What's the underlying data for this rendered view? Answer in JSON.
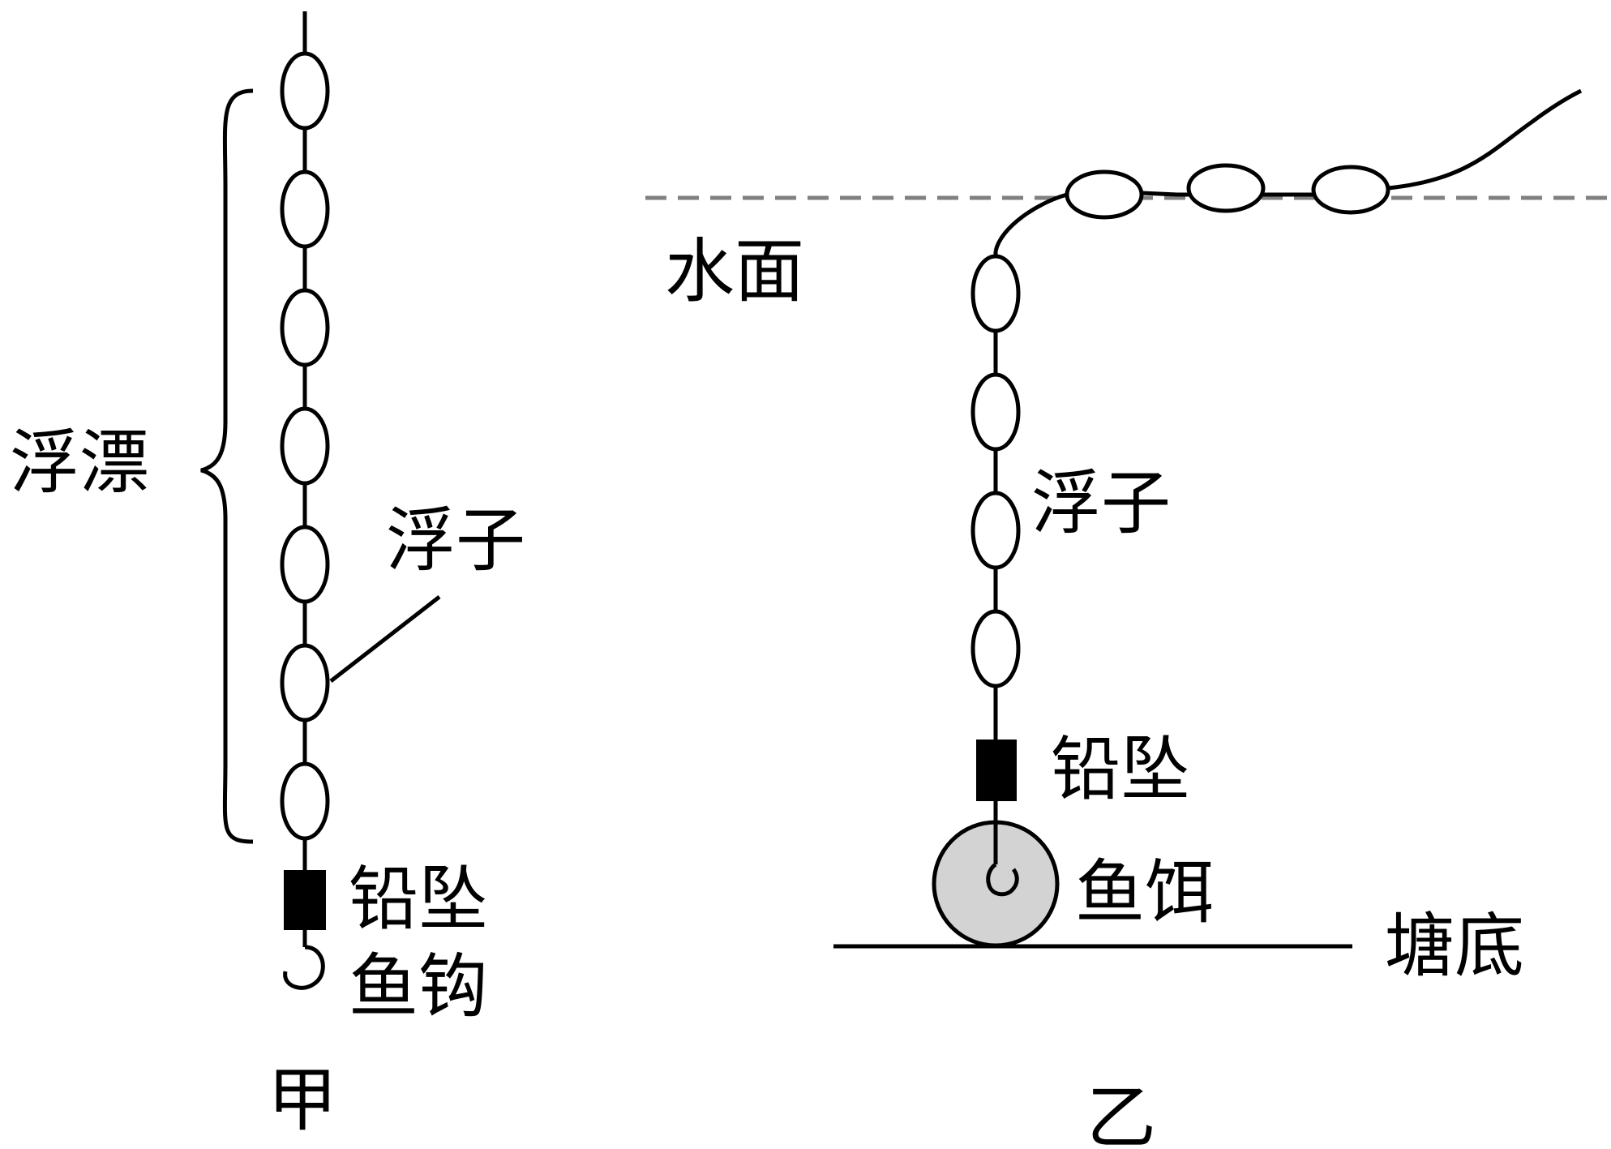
{
  "diagram_a": {
    "bracket_label": "浮漂",
    "float_label": "浮子",
    "sinker_label": "铅坠",
    "hook_label": "鱼钩",
    "caption": "甲"
  },
  "diagram_b": {
    "water_label": "水面",
    "float_label": "浮子",
    "sinker_label": "铅坠",
    "bait_label": "鱼饵",
    "bottom_label": "塘底",
    "caption": "乙"
  },
  "colors": {
    "line": "#000000",
    "water_dash": "#808080",
    "bait_fill": "#d3d3d3",
    "float_fill": "#ffffff"
  }
}
